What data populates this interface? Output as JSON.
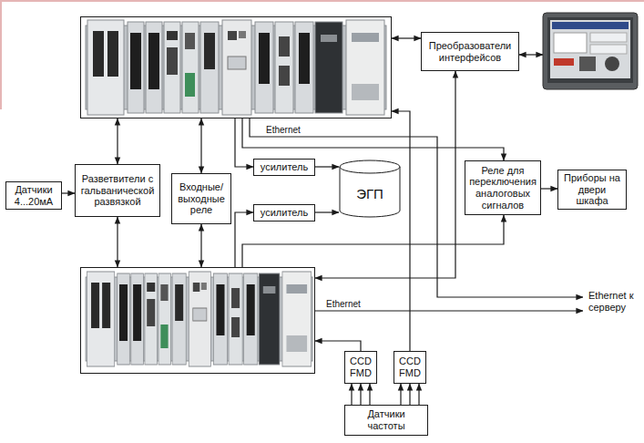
{
  "diagram": {
    "nodes": [
      {
        "text": []
      },
      {
        "text": [
          "Преобразователи интерфейсов"
        ]
      },
      {
        "text": []
      },
      {
        "text": [
          "Датчики 4...20мА"
        ]
      },
      {
        "text": [
          "Разветвители с гальванической развязкой"
        ]
      },
      {
        "text": [
          "Входные/ выходные реле"
        ]
      },
      {
        "text": [
          "усилитель"
        ]
      },
      {
        "text": [
          "ЭГП"
        ]
      },
      {
        "text": [
          "усилитель"
        ]
      },
      {
        "text": [
          "Реле для переключения аналоговых сигналов"
        ]
      },
      {
        "text": [
          "Приборы на двери шкафа"
        ]
      },
      {
        "text": []
      },
      {
        "text": [
          "CCD FMD"
        ]
      },
      {
        "text": [
          "CCD FMD"
        ]
      },
      {
        "text": [
          "Датчики частоты"
        ]
      }
    ],
    "edges": [
      {
        "from": 0,
        "to": 1,
        "arrow": "both"
      },
      {
        "from": 1,
        "to": 2,
        "arrow": "both"
      },
      {
        "from": 3,
        "to": 4,
        "arrow": "to"
      },
      {
        "from": 4,
        "to": 0,
        "arrow": "both"
      },
      {
        "from": 4,
        "to": 11,
        "arrow": "both"
      },
      {
        "from": 5,
        "to": 0,
        "arrow": "both"
      },
      {
        "from": 5,
        "to": 11,
        "arrow": "both"
      },
      {
        "from": 0,
        "to": 6,
        "arrow": "to"
      },
      {
        "from": 11,
        "to": 8,
        "arrow": "to"
      },
      {
        "from": 6,
        "to": 7,
        "arrow": "to"
      },
      {
        "from": 8,
        "to": 7,
        "arrow": "to"
      },
      {
        "from": 0,
        "to": 9,
        "arrow": "to"
      },
      {
        "from": 11,
        "to": 9,
        "arrow": "to"
      },
      {
        "from": 9,
        "to": 10,
        "arrow": "to"
      },
      {
        "from": 12,
        "to": 11,
        "arrow": "to"
      },
      {
        "from": 13,
        "to": 0,
        "arrow": "to"
      },
      {
        "from": 14,
        "to": 12,
        "arrow": "to"
      },
      {
        "from": 14,
        "to": 12,
        "arrow": "to"
      },
      {
        "from": 14,
        "to": 12,
        "arrow": "to"
      },
      {
        "from": 14,
        "to": 13,
        "arrow": "to"
      },
      {
        "from": 14,
        "to": 13,
        "arrow": "to"
      },
      {
        "from": 14,
        "to": 13,
        "arrow": "to"
      },
      {
        "from": 11,
        "to": 1,
        "arrow": "both"
      }
    ],
    "labels": [
      "Ethernet",
      "Ethernet",
      "Ethernet к серверу"
    ]
  }
}
